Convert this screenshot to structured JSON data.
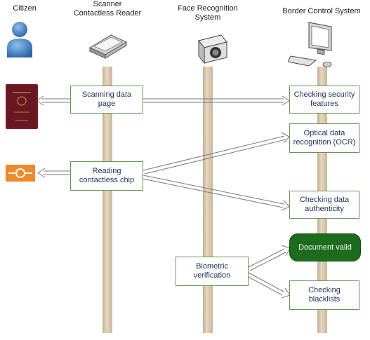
{
  "actors": {
    "citizen": "Citizen",
    "scanner": "Scanner\nContactless Reader",
    "face": "Face Recognition\nSystem",
    "border": "Border Control System"
  },
  "steps": {
    "scanning": "Scanning data page",
    "security": "Checking security features",
    "ocr": "Optical data recognition (OCR)",
    "reading": "Reading contactless chip",
    "authenticity": "Checking data authenticity",
    "valid": "Document valid",
    "biometric": "Biometric verification",
    "blacklists": "Checking blacklists"
  },
  "colors": {
    "lifeline": "#dccbb0",
    "box_border": "#5f9a52",
    "valid_fill": "#1d6b1d",
    "passport": "#7a1d2a",
    "chip_symbol": "#f0892a",
    "citizen_icon": "#3d7fc4"
  },
  "icons": {
    "citizen": "person-icon",
    "passport": "passport-icon",
    "chip": "contactless-chip-icon",
    "scanner": "scanner-icon",
    "camera": "camera-icon",
    "computer": "computer-icon"
  }
}
